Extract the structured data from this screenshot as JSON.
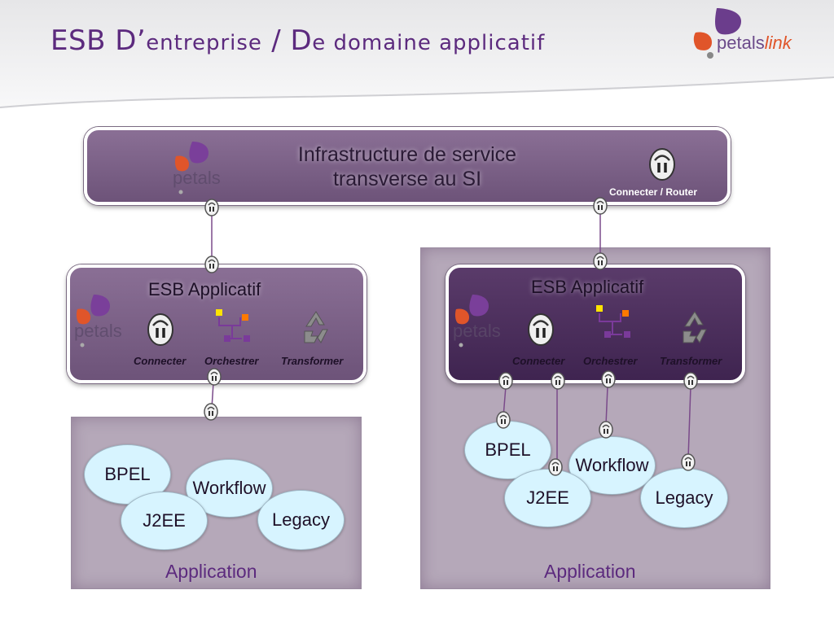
{
  "title": {
    "first": "ESB D’",
    "first_rest": "entreprise",
    "sep": " / ",
    "second": "D",
    "second_rest": "e domaine applicatif"
  },
  "brand": {
    "part1": "petals",
    "part2": "link"
  },
  "infra": {
    "line1": "Infrastructure de service",
    "line2": "transverse au SI",
    "router_label": "Connecter / Router"
  },
  "esb_left": {
    "title": "ESB Applicatif",
    "logo": "petals",
    "caps": [
      "Connecter",
      "Orchestrer",
      "Transformer"
    ]
  },
  "esb_right": {
    "title": "ESB Applicatif",
    "logo": "petals",
    "caps": [
      "Connecter",
      "Orchestrer",
      "Transformer"
    ]
  },
  "infra_logo": "petals",
  "app_left": {
    "items": [
      "BPEL",
      "Workflow",
      "J2EE",
      "Legacy"
    ],
    "label": "Application"
  },
  "app_right": {
    "items": [
      "BPEL",
      "Workflow",
      "J2EE",
      "Legacy"
    ],
    "label": "Application"
  },
  "colors": {
    "accent": "#5c2a7e",
    "orange": "#e0552a",
    "ellipse": "#d7f4ff",
    "panel": "#b5a8b9"
  },
  "icons": [
    "plug-icon",
    "orchestrate-icon",
    "recycle-icon",
    "petals-logo-icon"
  ]
}
